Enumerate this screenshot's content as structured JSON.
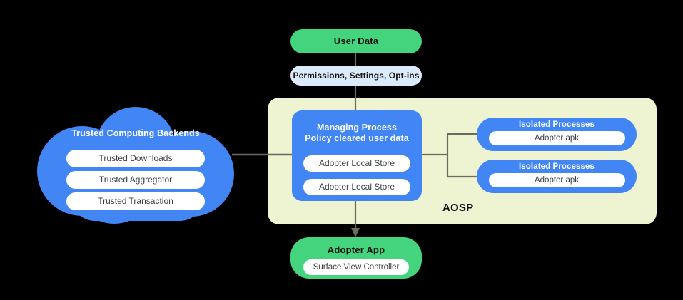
{
  "colors": {
    "background": "#000000",
    "blue": "#4285f4",
    "green": "#44d47e",
    "light_blue": "#dcebfb",
    "aosp_bg": "#eef3d1",
    "connector": "#6b6b60",
    "white": "#ffffff"
  },
  "user_data": {
    "label": "User Data"
  },
  "permissions": {
    "label": "Permissions,  Settings, Opt-ins"
  },
  "aosp": {
    "label": "AOSP"
  },
  "managing_process": {
    "title_line_1": "Managing Process",
    "title_line_2": "Policy cleared user data",
    "stores": [
      "Adopter Local Store",
      "Adopter Local Store"
    ]
  },
  "isolated_processes": [
    {
      "title": "Isolated Processes",
      "item": "Adopter apk"
    },
    {
      "title": "Isolated Processes",
      "item": "Adopter apk"
    }
  ],
  "cloud": {
    "title": "Trusted Computing Backends",
    "items": [
      "Trusted Downloads",
      "Trusted Aggregator",
      "Trusted Transaction"
    ]
  },
  "adopter_app": {
    "title": "Adopter App",
    "item": "Surface View Controller"
  }
}
